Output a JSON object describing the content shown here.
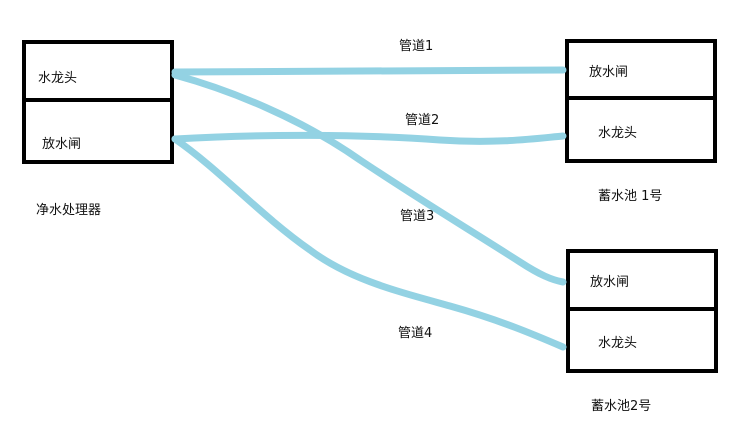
{
  "processor": {
    "top_port": "水龙头",
    "bottom_port": "放水闸",
    "caption": "净水处理器"
  },
  "tank1": {
    "top_port": "放水闸",
    "bottom_port": "水龙头",
    "caption": "蓄水池 1号"
  },
  "tank2": {
    "top_port": "放水闸",
    "bottom_port": "水龙头",
    "caption": "蓄水池2号"
  },
  "pipes": {
    "p1": "管道1",
    "p2": "管道2",
    "p3": "管道3",
    "p4": "管道4"
  },
  "colors": {
    "pipe": "#93d2e3",
    "box_border": "#000000"
  }
}
